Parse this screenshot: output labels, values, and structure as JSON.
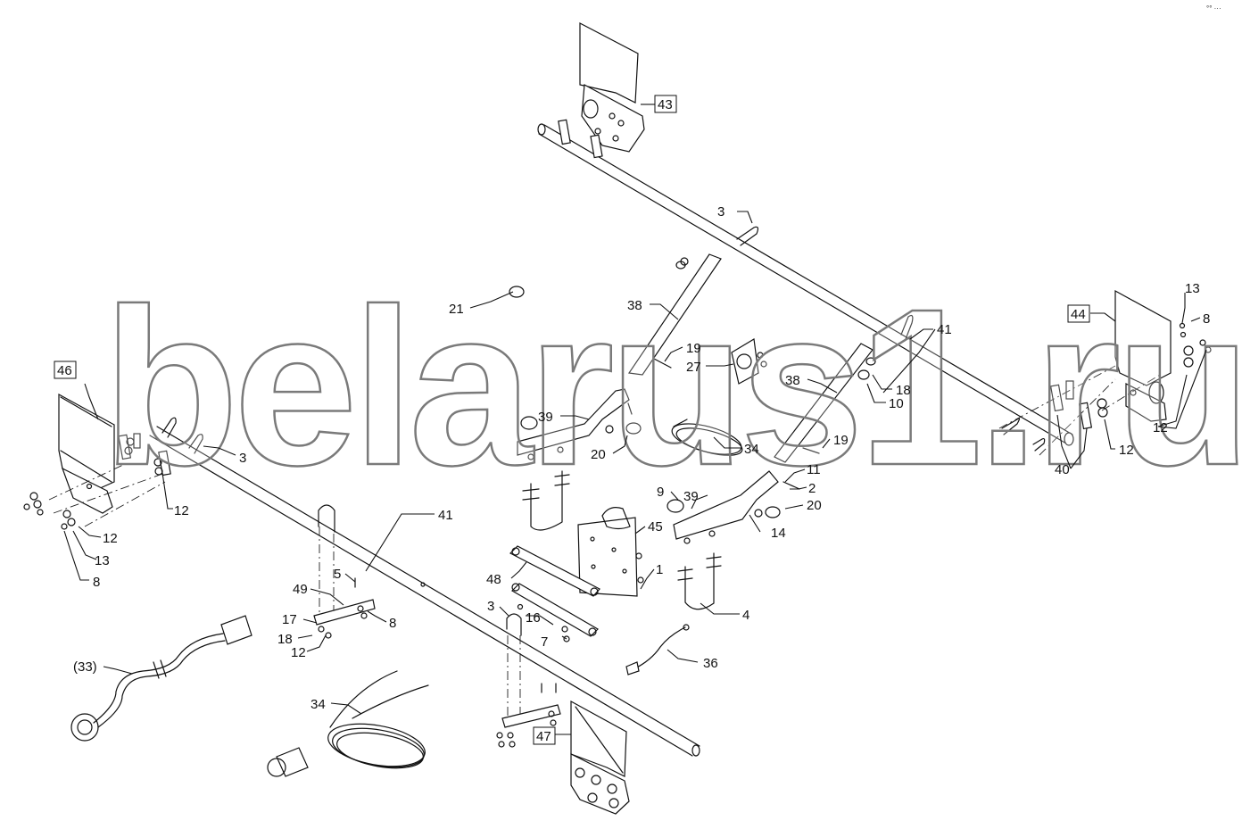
{
  "watermark": "belarus1.ru",
  "corner_code": "°° ···",
  "labels": {
    "l43": "43",
    "l44": "44",
    "l46": "46",
    "l47": "47",
    "l3a": "3",
    "l3b": "3",
    "l3c": "3",
    "l21": "21",
    "l38a": "38",
    "l38b": "38",
    "l41a": "41",
    "l41b": "41",
    "l19a": "19",
    "l19b": "19",
    "l27": "27",
    "l39a": "39",
    "l39b": "39",
    "l20a": "20",
    "l20b": "20",
    "l34a": "34",
    "l34b": "34",
    "l18a": "18",
    "l18b": "18",
    "l10": "10",
    "l13a": "13",
    "l13b": "13",
    "l8a": "8",
    "l8b": "8",
    "l8c": "8",
    "l12a": "12",
    "l12b": "12",
    "l12c": "12",
    "l12d": "12",
    "l12e": "12",
    "l40": "40",
    "l11": "11",
    "l2": "2",
    "l9": "9",
    "l14": "14",
    "l45": "45",
    "l1": "1",
    "l48": "48",
    "l4": "4",
    "l5": "5",
    "l49": "49",
    "l17": "17",
    "l16": "16",
    "l7": "7",
    "l36": "36",
    "l33": "(33)"
  }
}
